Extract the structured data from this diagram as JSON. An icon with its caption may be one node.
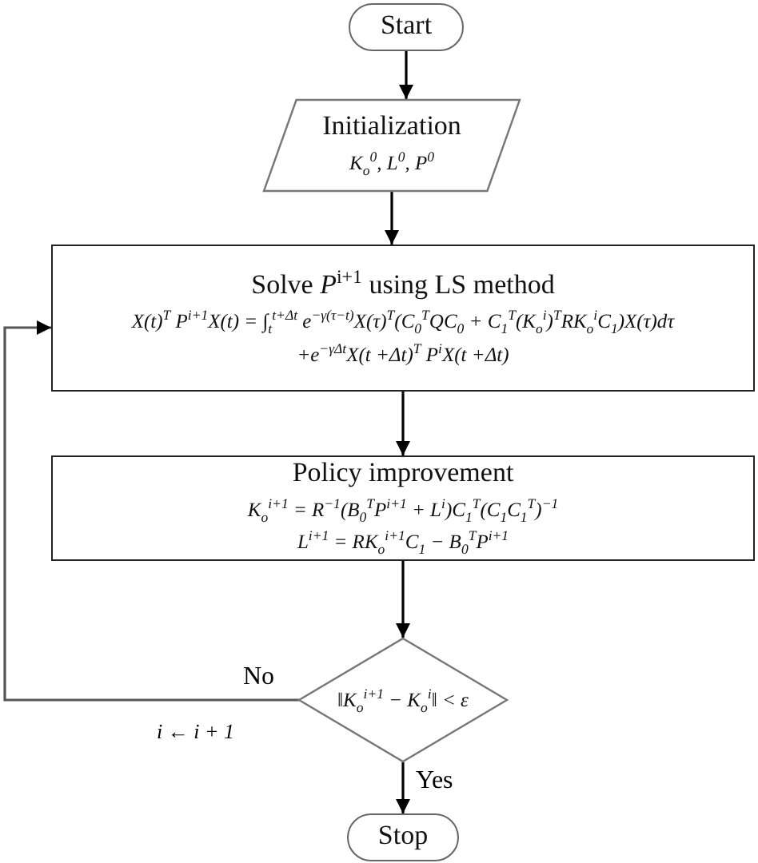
{
  "diagram": {
    "nodes": [
      {
        "text": [
          "Start"
        ]
      },
      {
        "text": [
          "Initialization",
          "K$_{o}$$^{0}$, L$^{0}$, P$^{0}$"
        ]
      },
      {
        "text": [
          "Solve *P*$^{i+1}$ using LS method",
          "X(t)$^{T}$ P$^{i+1}$X(t) = ∫$_{t}$$^{t+Δt}$ e$^{−γ(τ−t)}$X(τ)$^{T}$(C$_{0}$$^{T}$QC$_{0}$ + C$_{1}$$^{T}$(K$_{o}$$^{i}$)$^{T}$RK$_{o}$$^{i}$C$_{1}$)X(τ)dτ",
          "+e$^{−γΔt}$X(t +Δt)$^{T}$ P$^{i}$X(t +Δt)"
        ]
      },
      {
        "text": [
          "Policy improvement",
          "K$_{o}$$^{i+1}$ = R$^{−1}$(B$_{0}$$^{T}$P$^{i+1}$ + L$^{i}$)C$_{1}$$^{T}$(C$_{1}$C$_{1}$$^{T}$)$^{−1}$",
          "L$^{i+1}$ = RK$_{o}$$^{i+1}$C$_{1}$ − B$_{0}$$^{T}$P$^{i+1}$"
        ]
      },
      {
        "text": [
          "‖K$_{o}$$^{i+1}$ − K$_{o}$$^{i}$‖ < ε"
        ]
      },
      {
        "text": [
          "Stop"
        ]
      }
    ],
    "edges": [
      {
        "from": 0,
        "to": 1,
        "arrow": "to"
      },
      {
        "from": 1,
        "to": 2,
        "arrow": "to"
      },
      {
        "from": 2,
        "to": 3,
        "arrow": "to"
      },
      {
        "from": 3,
        "to": 4,
        "arrow": "to"
      },
      {
        "from": 4,
        "to": 5,
        "label": "Yes",
        "arrow": "to"
      },
      {
        "from": 4,
        "to": 2,
        "label": "No",
        "arrow": "to"
      }
    ],
    "labels": [
      "i ← i + 1"
    ]
  }
}
